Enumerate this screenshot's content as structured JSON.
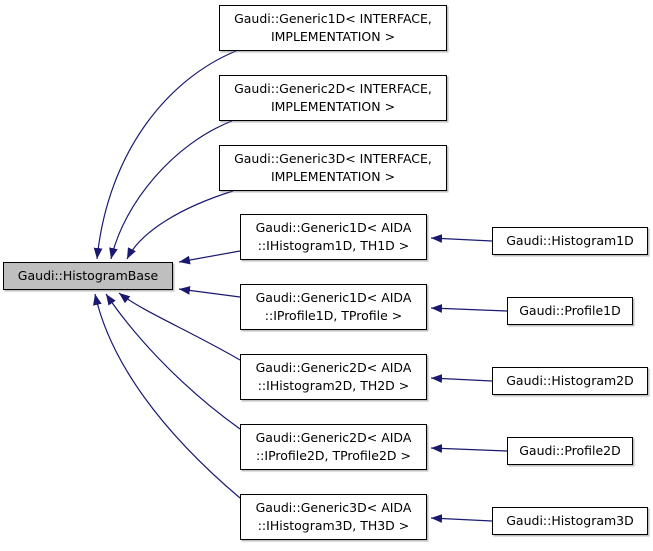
{
  "diagram": {
    "type": "class-inheritance-graph",
    "colors": {
      "arrow": "#191970",
      "base_node_fill": "#bfbfbf",
      "node_fill": "#ffffff",
      "node_border": "#000000",
      "text": "#000000",
      "background": "#ffffff"
    },
    "nodes": {
      "base": {
        "label": "Gaudi::HistogramBase"
      },
      "g1d_tpl": {
        "label": "Gaudi::Generic1D< INTERFACE,\nIMPLEMENTATION >"
      },
      "g2d_tpl": {
        "label": "Gaudi::Generic2D< INTERFACE,\nIMPLEMENTATION >"
      },
      "g3d_tpl": {
        "label": "Gaudi::Generic3D< INTERFACE,\nIMPLEMENTATION >"
      },
      "g1d_h1d": {
        "label": "Gaudi::Generic1D< AIDA\n::IHistogram1D, TH1D >"
      },
      "g1d_p1d": {
        "label": "Gaudi::Generic1D< AIDA\n::IProfile1D, TProfile >"
      },
      "g2d_h2d": {
        "label": "Gaudi::Generic2D< AIDA\n::IHistogram2D, TH2D >"
      },
      "g2d_p2d": {
        "label": "Gaudi::Generic2D< AIDA\n::IProfile2D, TProfile2D >"
      },
      "g3d_h3d": {
        "label": "Gaudi::Generic3D< AIDA\n::IHistogram3D, TH3D >"
      },
      "hist1d": {
        "label": "Gaudi::Histogram1D"
      },
      "prof1d": {
        "label": "Gaudi::Profile1D"
      },
      "hist2d": {
        "label": "Gaudi::Histogram2D"
      },
      "prof2d": {
        "label": "Gaudi::Profile2D"
      },
      "hist3d": {
        "label": "Gaudi::Histogram3D"
      }
    },
    "edges": [
      {
        "from": "g1d_tpl",
        "to": "base"
      },
      {
        "from": "g2d_tpl",
        "to": "base"
      },
      {
        "from": "g3d_tpl",
        "to": "base"
      },
      {
        "from": "g1d_h1d",
        "to": "base"
      },
      {
        "from": "g1d_p1d",
        "to": "base"
      },
      {
        "from": "g2d_h2d",
        "to": "base"
      },
      {
        "from": "g2d_p2d",
        "to": "base"
      },
      {
        "from": "g3d_h3d",
        "to": "base"
      },
      {
        "from": "hist1d",
        "to": "g1d_h1d"
      },
      {
        "from": "prof1d",
        "to": "g1d_p1d"
      },
      {
        "from": "hist2d",
        "to": "g2d_h2d"
      },
      {
        "from": "prof2d",
        "to": "g2d_p2d"
      },
      {
        "from": "hist3d",
        "to": "g3d_h3d"
      }
    ]
  }
}
